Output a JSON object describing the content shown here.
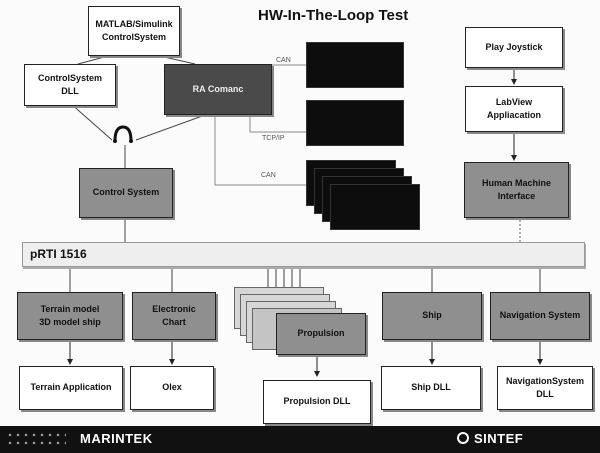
{
  "title": "HW-In-The-Loop Test",
  "boxes": {
    "matlab": "MATLAB/Simulink\nControlSystem",
    "cs_dll": "ControlSystem\nDLL",
    "ra_comanc": "RA Comanc",
    "control_system": "Control System",
    "play_joystick": "Play Joystick",
    "labview": "LabView\nAppliacation",
    "hmi": "Human Machine\nInterface",
    "terrain_model": "Terrain model\n3D model ship",
    "electronic_chart": "Electronic\nChart",
    "propulsion": "Propulsion",
    "ship": "Ship",
    "navigation_system": "Navigation System",
    "terrain_app": "Terrain Application",
    "olex": "Olex",
    "propulsion_dll": "Propulsion DLL",
    "ship_dll": "Ship DLL",
    "nav_dll": "NavigationSystem\nDLL"
  },
  "links": {
    "can_top": "CAN",
    "tcp_ip": "TCP/IP",
    "can_bottom": "CAN"
  },
  "bus_label": "pRTI 1516",
  "footer": {
    "left_brand": "MARINTEK",
    "right_brand": "SINTEF"
  }
}
